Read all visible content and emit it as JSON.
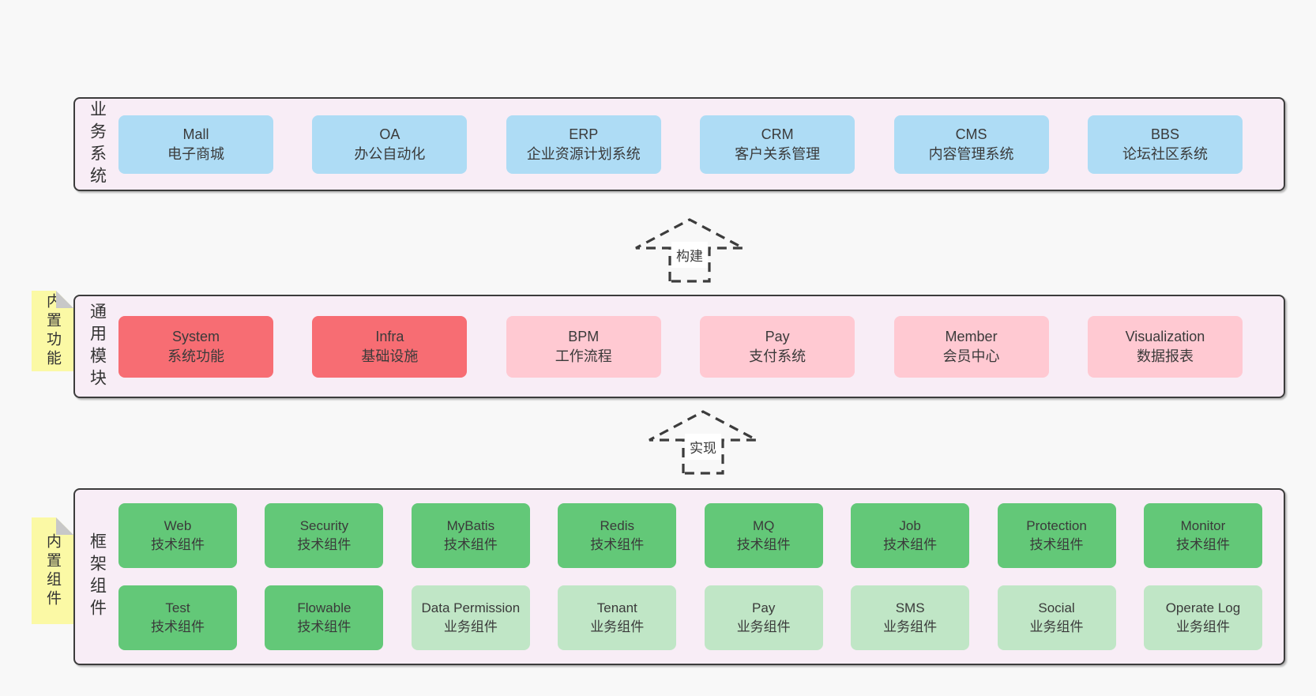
{
  "palette": {
    "page_bg": "#f8f8f8",
    "panel_bg": "#f8edf6",
    "panel_border": "#3c3c3c",
    "note_bg": "#fbf9a5",
    "fold": "#c8c8c8",
    "arrow": "#3c3c3c",
    "blue": "#aedcf5",
    "red": "#f76d73",
    "pink": "#ffc9d2",
    "green": "#63c878",
    "lightgreen": "#c0e6c6"
  },
  "arrows": [
    {
      "label": "构建"
    },
    {
      "label": "实现"
    }
  ],
  "sections": {
    "business": {
      "label": "业务系统",
      "boxes": [
        {
          "name": "Mall",
          "desc": "电子商城",
          "color": "blue"
        },
        {
          "name": "OA",
          "desc": "办公自动化",
          "color": "blue"
        },
        {
          "name": "ERP",
          "desc": "企业资源计划系统",
          "color": "blue"
        },
        {
          "name": "CRM",
          "desc": "客户关系管理",
          "color": "blue"
        },
        {
          "name": "CMS",
          "desc": "内容管理系统",
          "color": "blue"
        },
        {
          "name": "BBS",
          "desc": "论坛社区系统",
          "color": "blue"
        }
      ]
    },
    "modules": {
      "label": "通用模块",
      "note": "内置功能",
      "boxes": [
        {
          "name": "System",
          "desc": "系统功能",
          "color": "red"
        },
        {
          "name": "Infra",
          "desc": "基础设施",
          "color": "red"
        },
        {
          "name": "BPM",
          "desc": "工作流程",
          "color": "pink"
        },
        {
          "name": "Pay",
          "desc": "支付系统",
          "color": "pink"
        },
        {
          "name": "Member",
          "desc": "会员中心",
          "color": "pink"
        },
        {
          "name": "Visualization",
          "desc": "数据报表",
          "color": "pink"
        }
      ]
    },
    "components": {
      "label": "框架组件",
      "note": "内置组件",
      "rows": [
        [
          {
            "name": "Web",
            "desc": "技术组件",
            "color": "green"
          },
          {
            "name": "Security",
            "desc": "技术组件",
            "color": "green"
          },
          {
            "name": "MyBatis",
            "desc": "技术组件",
            "color": "green"
          },
          {
            "name": "Redis",
            "desc": "技术组件",
            "color": "green"
          },
          {
            "name": "MQ",
            "desc": "技术组件",
            "color": "green"
          },
          {
            "name": "Job",
            "desc": "技术组件",
            "color": "green"
          },
          {
            "name": "Protection",
            "desc": "技术组件",
            "color": "green"
          },
          {
            "name": "Monitor",
            "desc": "技术组件",
            "color": "green"
          }
        ],
        [
          {
            "name": "Test",
            "desc": "技术组件",
            "color": "green"
          },
          {
            "name": "Flowable",
            "desc": "技术组件",
            "color": "green"
          },
          {
            "name": "Data Permission",
            "desc": "业务组件",
            "color": "lightgreen"
          },
          {
            "name": "Tenant",
            "desc": "业务组件",
            "color": "lightgreen"
          },
          {
            "name": "Pay",
            "desc": "业务组件",
            "color": "lightgreen"
          },
          {
            "name": "SMS",
            "desc": "业务组件",
            "color": "lightgreen"
          },
          {
            "name": "Social",
            "desc": "业务组件",
            "color": "lightgreen"
          },
          {
            "name": "Operate Log",
            "desc": "业务组件",
            "color": "lightgreen"
          }
        ]
      ]
    }
  }
}
